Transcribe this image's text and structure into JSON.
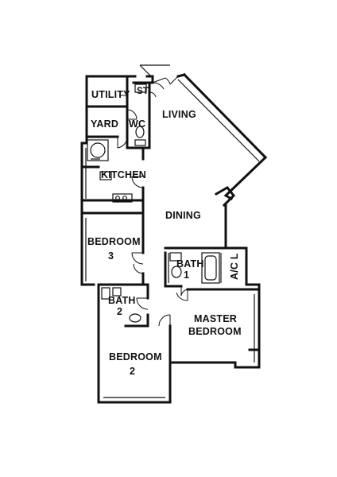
{
  "rooms": {
    "utility": "UTILITY",
    "store": "ST",
    "yard": "YARD",
    "wc": "WC",
    "living": "LIVING",
    "kitchen": "KITCHEN",
    "dining": "DINING",
    "bedroom3_line1": "BEDROOM",
    "bedroom3_line2": "3",
    "bath1_line1": "BATH",
    "bath1_line2": "1",
    "ac_ledge": "A/C L",
    "bath2_line1": "BATH",
    "bath2_line2": "2",
    "master_line1": "MASTER",
    "master_line2": "BEDROOM",
    "bedroom2_line1": "BEDROOM",
    "bedroom2_line2": "2"
  }
}
